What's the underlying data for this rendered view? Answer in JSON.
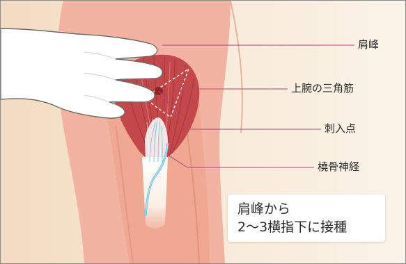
{
  "labels": {
    "acromion": "肩峰",
    "deltoid": "上腕の三角筋",
    "injection_point": "刺入点",
    "radial_nerve": "橈骨神経"
  },
  "caption": {
    "line1": "肩峰から",
    "line2": "2〜3横指下に接種"
  },
  "colors": {
    "background": "#f7ead6",
    "skin": "#f2b3a1",
    "muscle": "#c7474a",
    "hand": "#ffffff",
    "nerve": "#6dc4e3",
    "leader_line": "#b04a7a"
  }
}
